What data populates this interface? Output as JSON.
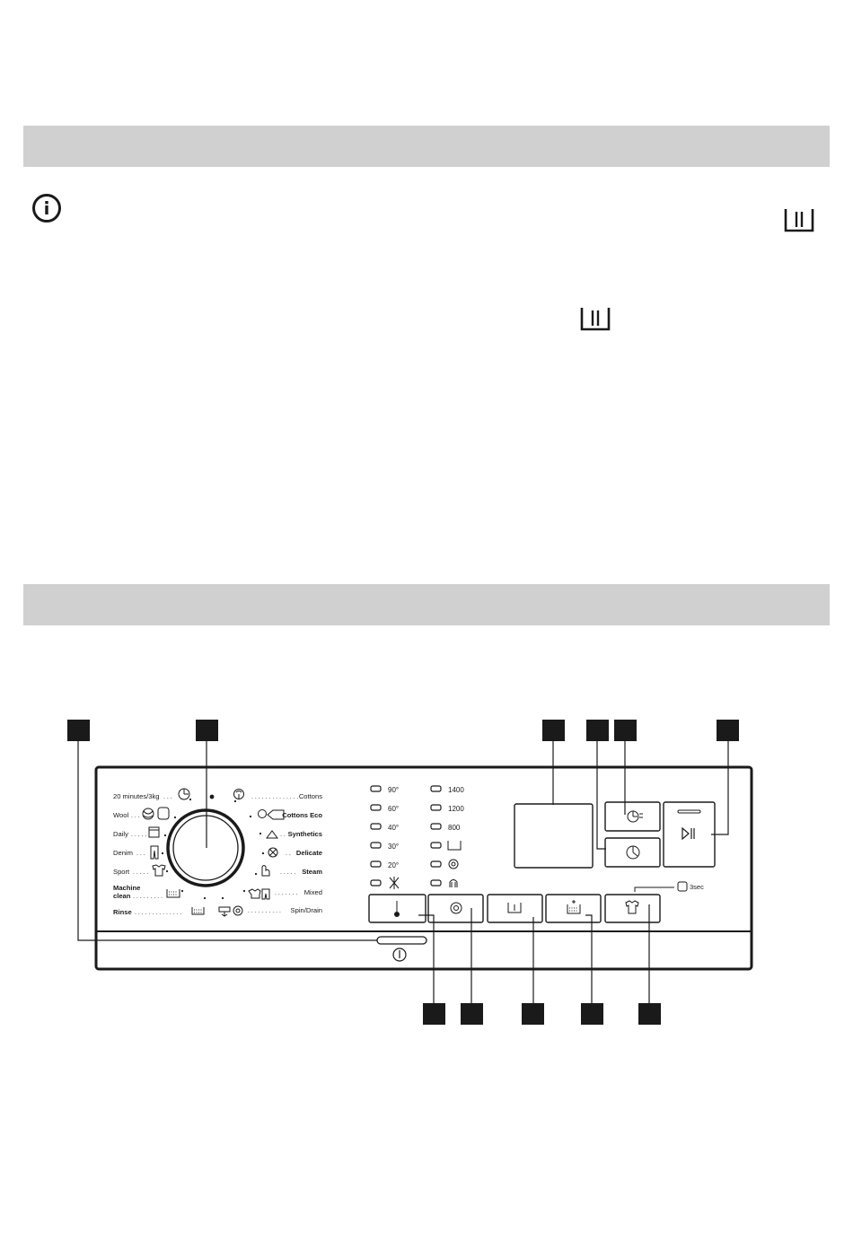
{
  "info_icon": "info-circle-icon",
  "prewash_icon": "prewash-tub-icon",
  "programmes_left": [
    {
      "label": "20 minutes/3kg",
      "icon": "timer-icon",
      "bold": false
    },
    {
      "label": "Wool",
      "icon": "wool-icon",
      "bold": false
    },
    {
      "label": "Daily",
      "icon": "calendar-icon",
      "bold": false
    },
    {
      "label": "Denim",
      "icon": "jeans-icon",
      "bold": false
    },
    {
      "label": "Sport",
      "icon": "tshirt-icon",
      "bold": false
    },
    {
      "label": "Machine clean",
      "line1": "Machine",
      "line2": "clean",
      "icon": "tub-icon",
      "bold": true
    },
    {
      "label": "Rinse",
      "icon": "rinse-icon",
      "bold": true
    }
  ],
  "programmes_right": [
    {
      "label": "Cottons",
      "icon": "cotton-icon",
      "bold": false
    },
    {
      "label": "Cottons Eco",
      "icon": "cotton-eco-icon",
      "bold": true
    },
    {
      "label": "Synthetics",
      "icon": "synthetics-icon",
      "bold": true
    },
    {
      "label": "Delicate",
      "icon": "delicate-icon",
      "bold": true
    },
    {
      "label": "Steam",
      "icon": "steam-icon",
      "bold": true
    },
    {
      "label": "Mixed",
      "icon": "mixed-icon",
      "bold": false
    },
    {
      "label": "Spin/Drain",
      "icon": "spin-drain-icon",
      "bold": false
    }
  ],
  "temperatures": [
    "90°",
    "60°",
    "40°",
    "30°",
    "20°",
    "cold-icon"
  ],
  "spin_speeds": [
    "1400",
    "1200",
    "800",
    "rinse-hold-icon",
    "spin-off-icon",
    "night-icon"
  ],
  "buttons": [
    {
      "name": "temperature-button",
      "icon": "thermometer-icon"
    },
    {
      "name": "spin-button",
      "icon": "spin-icon"
    },
    {
      "name": "prewash-button",
      "icon": "prewash-icon"
    },
    {
      "name": "extra-rinse-button",
      "icon": "extra-rinse-icon"
    },
    {
      "name": "anti-crease-button",
      "icon": "tshirt-icon"
    }
  ],
  "time_manager_icon": "time-manager-icon",
  "delay_start_icon": "delay-start-icon",
  "start_pause_icon": "play-pause-icon",
  "child_lock_hint": "3sec",
  "on_off_icon": "power-icon",
  "callout_labels": [
    "",
    "",
    "",
    "",
    "",
    "",
    "",
    "",
    "",
    "",
    ""
  ]
}
